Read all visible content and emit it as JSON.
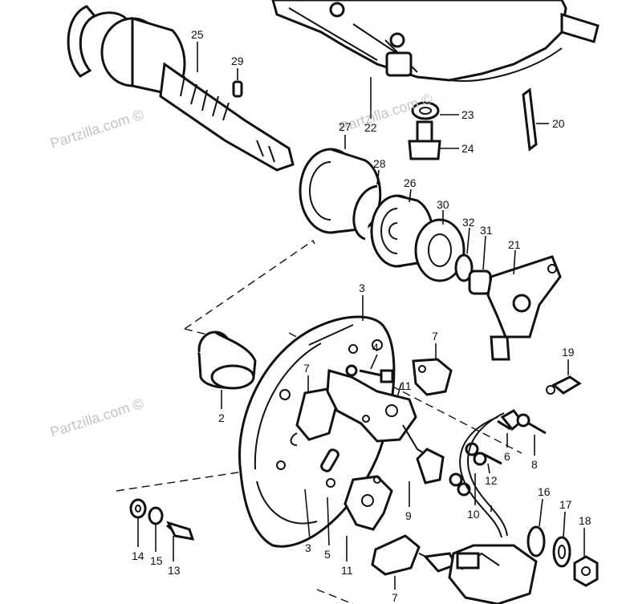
{
  "watermark": {
    "text_1": "Partzilla.com ©",
    "text_2": "Partzilla.com ©",
    "text_3": "Partzilla.com ©"
  },
  "callouts": {
    "c25": "25",
    "c29": "29",
    "c22": "22",
    "c23": "23",
    "c24": "24",
    "c20": "20",
    "c27": "27",
    "c28": "28",
    "c26": "26",
    "c30": "30",
    "c32": "32",
    "c31": "31",
    "c21": "21",
    "c3a": "3",
    "c4": "4",
    "c7a": "7",
    "c7b": "7",
    "c19": "19",
    "c2": "2",
    "c11a": "11",
    "c12": "12",
    "c6": "6",
    "c8": "8",
    "c9": "9",
    "c10": "10",
    "c16": "16",
    "c17": "17",
    "c18": "18",
    "c3b": "3",
    "c5": "5",
    "c11b": "11",
    "c7c": "7",
    "c14": "14",
    "c15": "15",
    "c13": "13"
  }
}
